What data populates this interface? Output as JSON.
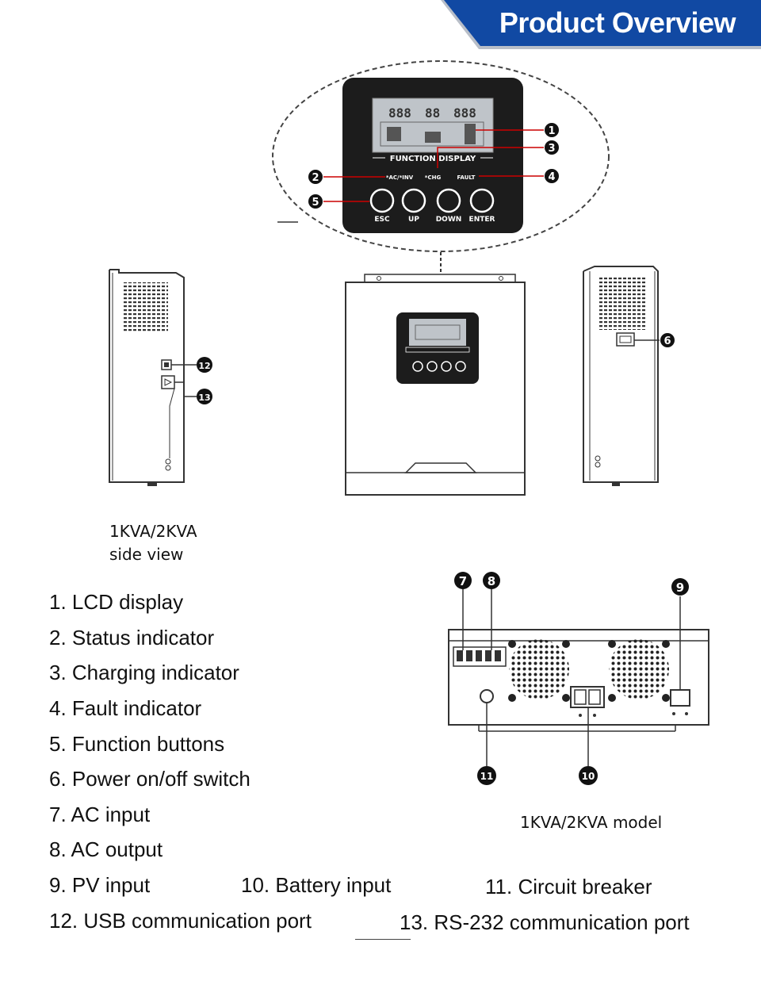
{
  "banner": {
    "title": "Product Overview",
    "color": "#1149a3"
  },
  "panel": {
    "display_label": "FUNCTION DISPLAY",
    "indicators": [
      "*AC/*INV",
      "*CHG",
      "FAULT"
    ],
    "buttons": [
      "ESC",
      "UP",
      "DOWN",
      "ENTER"
    ],
    "lcd_digits": [
      "888",
      "88",
      "888"
    ]
  },
  "callouts": {
    "c1": "1",
    "c2": "2",
    "c3": "3",
    "c4": "4",
    "c5": "5",
    "c6": "6",
    "c7": "7",
    "c8": "8",
    "c9": "9",
    "c10": "10",
    "c11": "11",
    "c12": "12",
    "c13": "13"
  },
  "captions": {
    "side_view_line1": "1KVA/2KVA",
    "side_view_line2": "side view",
    "model": "1KVA/2KVA model"
  },
  "legend": {
    "item1": "1. LCD display",
    "item2": "2. Status indicator",
    "item3": "3. Charging indicator",
    "item4": "4. Fault indicator",
    "item5": "5. Function buttons",
    "item6": "6. Power on/off switch",
    "item7": "7. AC input",
    "item8": "8. AC output",
    "item9": "9. PV input",
    "item10": "10. Battery input",
    "item11": "11. Circuit breaker",
    "item12": "12. USB communication port",
    "item13": "13. RS-232 communication port"
  }
}
